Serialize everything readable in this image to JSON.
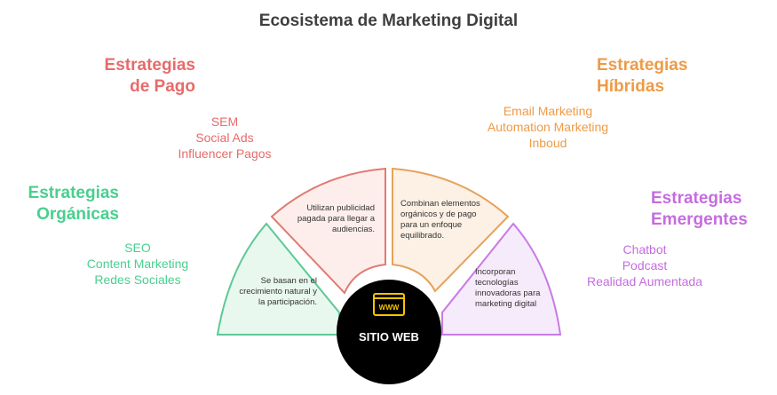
{
  "title": "Ecosistema de Marketing Digital",
  "center": {
    "label": "SITIO WEB",
    "icon": "www-icon",
    "icon_text": "WWW"
  },
  "categories": [
    {
      "key": "pago",
      "heading": [
        "Estrategias",
        "de Pago"
      ],
      "items": [
        "SEM",
        "Social Ads",
        "Influencer Pagos"
      ],
      "description": "Utilizan publicidad pagada para llegar a audiencias.",
      "color": "#e86a6a",
      "stroke": "#e07b73",
      "fill": "#fdeeec"
    },
    {
      "key": "hibridas",
      "heading": [
        "Estrategias",
        "Híbridas"
      ],
      "items": [
        "Email Marketing",
        "Automation Marketing",
        "Inboud"
      ],
      "description": "Combinan elementos orgánicos y de pago para un enfoque equilibrado.",
      "color": "#ef9a45",
      "stroke": "#e5a25c",
      "fill": "#fdf0e4"
    },
    {
      "key": "organicas",
      "heading": [
        "Estrategias",
        "Orgánicas"
      ],
      "items": [
        "SEO",
        "Content Marketing",
        "Redes Sociales"
      ],
      "description": "Se basan en el crecimiento natural y la participación.",
      "color": "#48d08e",
      "stroke": "#5cc996",
      "fill": "#e9f8ef"
    },
    {
      "key": "emergentes",
      "heading": [
        "Estrategias",
        "Emergentes"
      ],
      "items": [
        "Chatbot",
        "Podcast",
        "Realidad Aumentada"
      ],
      "description": "Incorporan tecnologías innovadoras para marketing digital",
      "color": "#c56ce0",
      "stroke": "#c77be3",
      "fill": "#f6ebfa"
    }
  ]
}
